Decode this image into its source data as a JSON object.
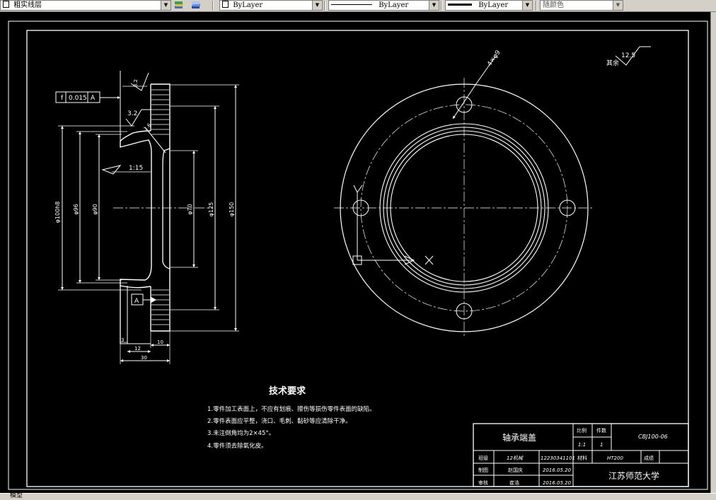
{
  "toolbar": {
    "layer_name": "粗实线层",
    "color_dropdown": "ByLayer",
    "linetype_dropdown": "ByLayer",
    "lineweight_dropdown": "ByLayer",
    "plotstyle_dropdown": "随颜色"
  },
  "drawing": {
    "tolerance": {
      "symbol": "f",
      "value": "0.015",
      "datum": "A"
    },
    "roughness_left": "3.2",
    "roughness_right": "3.2",
    "chamfer_small": "1.6",
    "taper": "1:15",
    "datum_label": "A",
    "dims": {
      "d_outer_seal": "φ100h8",
      "d96": "φ96",
      "d90": "φ90",
      "d70": "φ70",
      "d125": "φ125",
      "d150": "φ150",
      "w3": "3",
      "w12": "12",
      "w10": "10",
      "w30": "30"
    },
    "holes": "4×φ9",
    "rest_roughness_label": "其余",
    "rest_roughness_value": "12.5",
    "ucs_x": "X",
    "ucs_y": "Y"
  },
  "tech": {
    "title": "技术要求",
    "items": [
      "1.零件加工表面上，不应有划痕、擦伤等损伤零件表面的缺陷。",
      "2.零件表面应平整，浇口、毛刺、黏砂等应清除干净。",
      "3.未注倒角均为2×45°。",
      "4.零件须去除氧化皮。"
    ]
  },
  "titleblock": {
    "part_name": "轴承端盖",
    "hdr_scale": "比例",
    "hdr_qty": "件数",
    "scale": "1:1",
    "qty": "1",
    "drawing_no": "CBJ100-06",
    "row1_label": "班级",
    "class": "12机械",
    "student_no": "12230341101",
    "material_label": "材料",
    "material": "HT200",
    "grade_label": "成绩",
    "row2_label": "制图",
    "drafter": "赵国庆",
    "draft_date": "2016.05.20",
    "school": "江苏师范大学",
    "row3_label": "审核",
    "reviewer": "崔浩",
    "review_date": "2016.05.20"
  },
  "statusbar": {
    "text": "模型"
  }
}
